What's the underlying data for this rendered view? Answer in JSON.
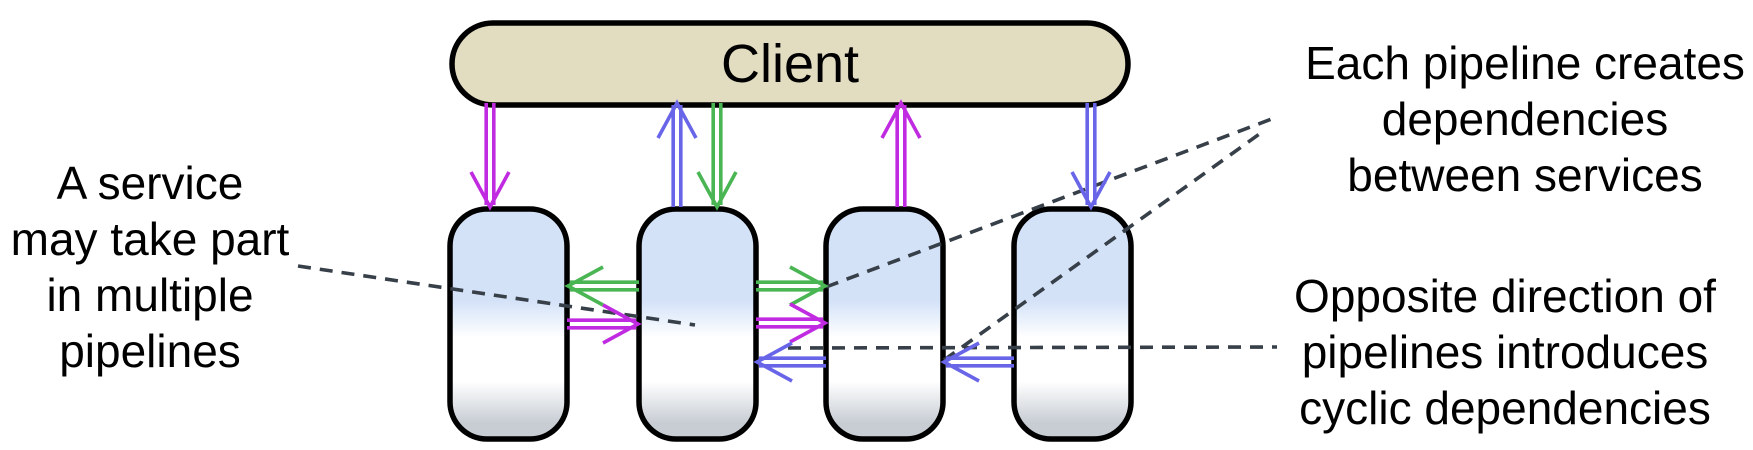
{
  "client": {
    "label": "Client"
  },
  "services": {
    "count": 4,
    "labels": [
      "",
      "",
      "",
      ""
    ]
  },
  "annotations": {
    "left": {
      "lines": [
        "A service",
        "may take part",
        "in multiple",
        "pipelines"
      ]
    },
    "top_right": {
      "lines": [
        "Each pipeline creates",
        "dependencies",
        "between services"
      ]
    },
    "bottom_right": {
      "lines": [
        "Opposite direction of",
        "pipelines introduces",
        "cyclic dependencies"
      ]
    }
  },
  "diagram": {
    "edges": [
      {
        "from": "client",
        "to": "service-1",
        "color": "magenta",
        "direction": "down"
      },
      {
        "from": "service-2",
        "to": "client",
        "color": "blue",
        "direction": "up"
      },
      {
        "from": "client",
        "to": "service-2",
        "color": "green",
        "direction": "down"
      },
      {
        "from": "service-3",
        "to": "client",
        "color": "magenta",
        "direction": "up"
      },
      {
        "from": "client",
        "to": "service-4",
        "color": "blue",
        "direction": "down"
      },
      {
        "from": "service-2",
        "to": "service-1",
        "color": "green",
        "direction": "left"
      },
      {
        "from": "service-1",
        "to": "service-2",
        "color": "magenta",
        "direction": "right"
      },
      {
        "from": "service-2",
        "to": "service-3",
        "color": "green",
        "direction": "right"
      },
      {
        "from": "service-2",
        "to": "service-3",
        "color": "magenta",
        "direction": "right"
      },
      {
        "from": "service-3",
        "to": "service-2",
        "color": "blue",
        "direction": "left"
      },
      {
        "from": "service-4",
        "to": "service-3",
        "color": "blue",
        "direction": "left"
      }
    ],
    "leader_lines": [
      {
        "annotation": "top_right",
        "points_to": "green arrow into service-3"
      },
      {
        "annotation": "top_right",
        "points_to": "blue arrow into service-3"
      },
      {
        "annotation": "bottom_right",
        "points_to": "blue arrows between services"
      },
      {
        "annotation": "left",
        "points_to": "service-2"
      }
    ]
  },
  "colors": {
    "magenta": "#c02ae0",
    "green": "#4ab553",
    "blue": "#6965e8",
    "dash": "#373f49",
    "client_fill": "#e2dcc0",
    "box_blue_top": "#d4e2f8",
    "box_white": "#ffffff",
    "box_gray_bottom": "#c8cdd4",
    "outline": "#000000",
    "background": "#ffffff",
    "text": "#000000"
  }
}
